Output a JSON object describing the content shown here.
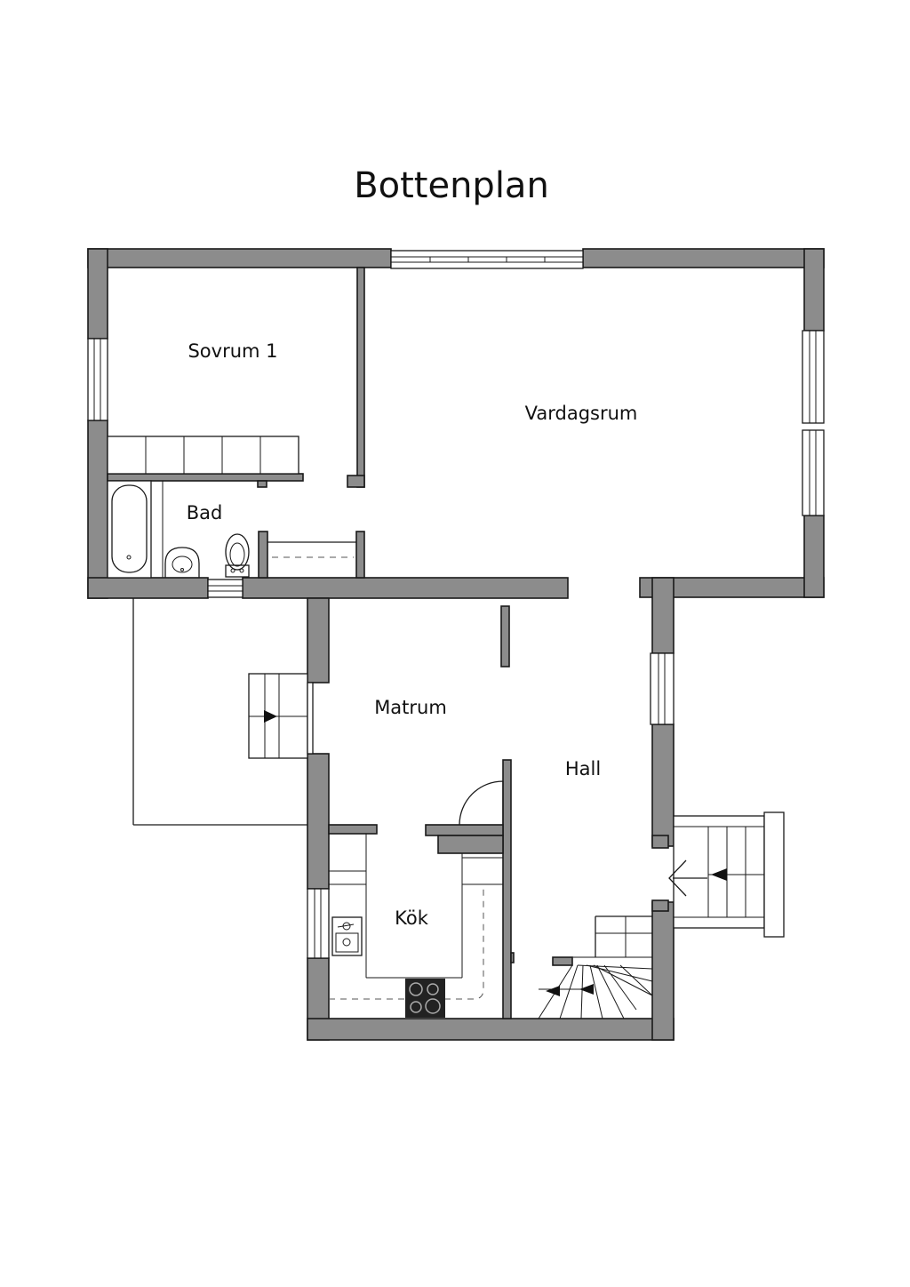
{
  "plan": {
    "title": "Bottenplan",
    "rooms": [
      {
        "name": "Sovrum 1"
      },
      {
        "name": "Vardagsrum"
      },
      {
        "name": "Bad"
      },
      {
        "name": "Matrum"
      },
      {
        "name": "Hall"
      },
      {
        "name": "Kök"
      }
    ]
  },
  "colors": {
    "wall": "#8c8c8c",
    "line": "#1a1a1a",
    "background": "#ffffff"
  }
}
